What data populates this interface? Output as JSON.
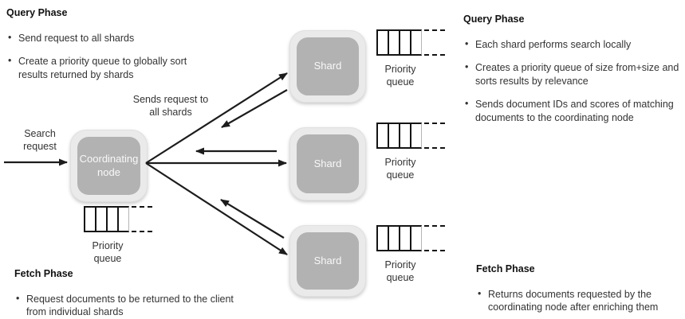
{
  "panels": {
    "query_left": {
      "title": "Query Phase",
      "bullets": [
        "Send request to all shards",
        "Create a priority queue to globally sort results returned by shards"
      ]
    },
    "query_right": {
      "title": "Query Phase",
      "bullets": [
        "Each shard performs search locally",
        "Creates a priority queue of size from+size and sorts results by relevance",
        "Sends document IDs and scores of matching documents to the coordinating node"
      ]
    },
    "fetch_left": {
      "title": "Fetch Phase",
      "bullets": [
        "Request documents to be returned to the client from individual shards"
      ]
    },
    "fetch_right": {
      "title": "Fetch Phase",
      "bullets": [
        "Returns documents requested by the coordinating node after enriching them"
      ]
    }
  },
  "diagram": {
    "search_request_label": "Search request",
    "sends_request_label": "Sends request to all shards",
    "coordinating_node_label": "Coordinating node",
    "shards": [
      {
        "label": "Shard"
      },
      {
        "label": "Shard"
      },
      {
        "label": "Shard"
      }
    ],
    "priority_queue_label": "Priority queue"
  },
  "colors": {
    "node_outer": "#eaeaea",
    "node_inner": "#b2b2b2",
    "node_text": "#f8f8f8",
    "arrow": "#1c1c1c",
    "heading_text": "#111111",
    "body_text": "#333333"
  }
}
